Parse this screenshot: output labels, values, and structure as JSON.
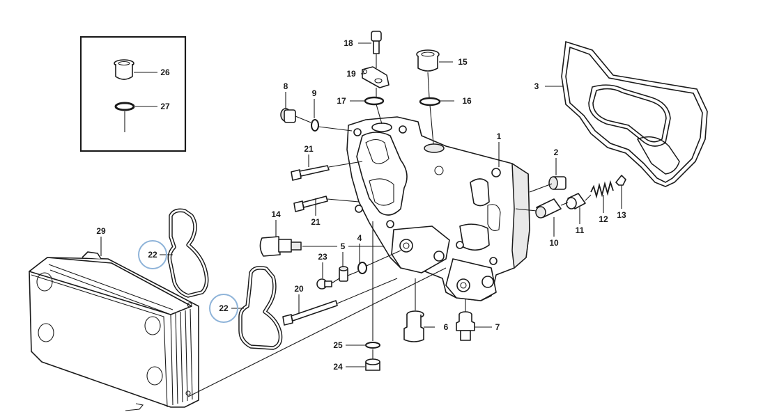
{
  "diagram": {
    "type": "exploded-parts-view",
    "callouts": {
      "c1": "1",
      "c2": "2",
      "c3": "3",
      "c4": "4",
      "c5": "5",
      "c6": "6",
      "c7": "7",
      "c8": "8",
      "c9": "9",
      "c10": "10",
      "c11": "11",
      "c12": "12",
      "c13": "13",
      "c14": "14",
      "c15": "15",
      "c16": "16",
      "c17": "17",
      "c18": "18",
      "c19": "19",
      "c20": "20",
      "c21a": "21",
      "c21b": "21",
      "c22a": "22",
      "c22b": "22",
      "c23": "23",
      "c24": "24",
      "c25": "25",
      "c26": "26",
      "c27": "27",
      "c29": "29"
    },
    "highlighted_callout": "22",
    "highlight_color": "#8fb4d9",
    "line_color": "#1a1a1a"
  }
}
